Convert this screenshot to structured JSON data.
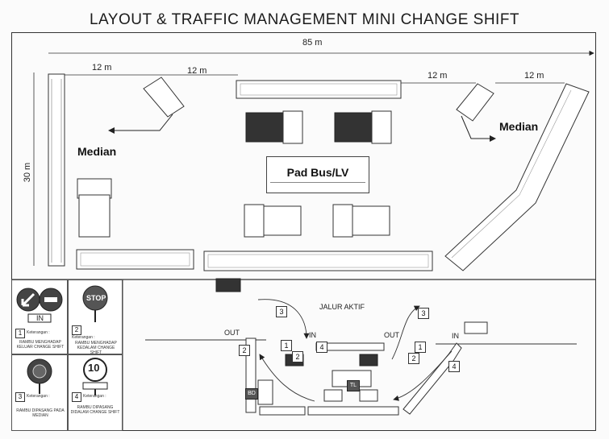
{
  "title": "LAYOUT & TRAFFIC MANAGEMENT MINI CHANGE SHIFT",
  "dimensions": {
    "overall": "85 m",
    "seg1": "12 m",
    "seg2": "12 m",
    "seg3": "12 m",
    "seg4": "12 m",
    "height": "30 m"
  },
  "labels": {
    "median_left": "Median",
    "median_right": "Median",
    "pad": "Pad Bus/LV"
  },
  "signs": [
    {
      "number": "1",
      "caption_label": "Keterangan :",
      "caption": "RAMBU MENGHADAP KELUAR CHANGE SHIFT",
      "sign_text": "IN"
    },
    {
      "number": "2",
      "caption_label": "Keterangan :",
      "caption": "RAMBU MENGHADAP KEDALAM CHANGE SHIFT",
      "sign_text": "STOP"
    },
    {
      "number": "3",
      "caption_label": "Keterangan :",
      "caption": "RAMBU DIPASANG PADA MEDIAN",
      "sign_text": ""
    },
    {
      "number": "4",
      "caption_label": "Keterangan :",
      "caption": "RAMBU DIPASANG DIDALAM CHANGE SHIFT",
      "sign_text": "10"
    }
  ],
  "traffic": {
    "jalur": "JALUR AKTIF",
    "out_left": "OUT",
    "out_right": "OUT",
    "in_left": "IN",
    "in_right": "IN",
    "tag_bd": "BD",
    "tag_tl": "TL",
    "n1": "1",
    "n2": "2",
    "n3": "3",
    "n4": "4"
  }
}
